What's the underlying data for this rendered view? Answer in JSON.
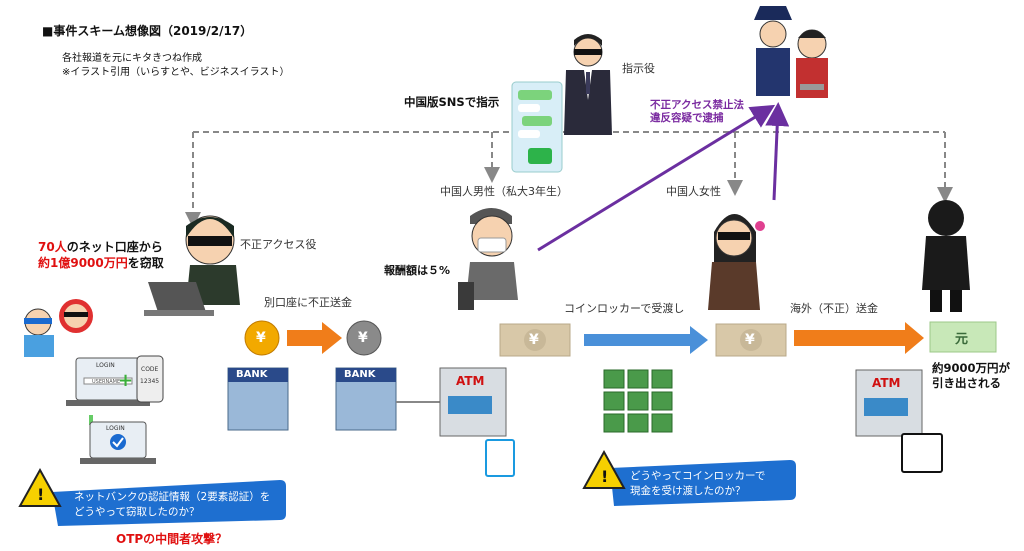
{
  "header": {
    "title": "■事件スキーム想像図（2019/2/17）",
    "source_line1": "各社報道を元にキタきつね作成",
    "source_line2": "※イラスト引用（いらすとや、ビジネスイラスト）"
  },
  "labels": {
    "director": "指示役",
    "sns": "中国版SNSで指示",
    "arrest_line1": "不正アクセス禁止法",
    "arrest_line2": "違反容疑で逮捕",
    "male": "中国人男性（私大3年生）",
    "female": "中国人女性",
    "hacker": "不正アクセス役",
    "theft_line1_num": "70人",
    "theft_line1_rest": "のネット口座から",
    "theft_line2_num": "約1億9000万円",
    "theft_line2_rest": "を窃取",
    "reward": "報酬額は５%",
    "transfer": "別口座に不正送金",
    "locker": "コインロッカーで受渡し",
    "overseas": "海外（不正）送金",
    "withdraw_line1": "約9000万円が",
    "withdraw_line2": "引き出される",
    "q1_line1": "ネットバンクの認証情報（2要素認証）を",
    "q1_line2": "どうやって窃取したのか？",
    "otp": "OTPの中間者攻撃？",
    "q2_line1": "どうやってコインロッカーで",
    "q2_line2": "現金を受け渡したのか？"
  },
  "icons": {
    "yen": "¥",
    "yuan": "元",
    "bank": "BANK",
    "atm": "ATM",
    "login": "LOGIN",
    "code": "CODE",
    "code_num": "12345",
    "password": "USERNAME",
    "plus": "+",
    "warning": "!"
  },
  "colors": {
    "orange_arrow": "#f07d1a",
    "blue_arrow": "#4a90d9",
    "purple_arrow": "#6b2fa0",
    "dashed": "#888888",
    "callout": "#1e6fd0"
  }
}
